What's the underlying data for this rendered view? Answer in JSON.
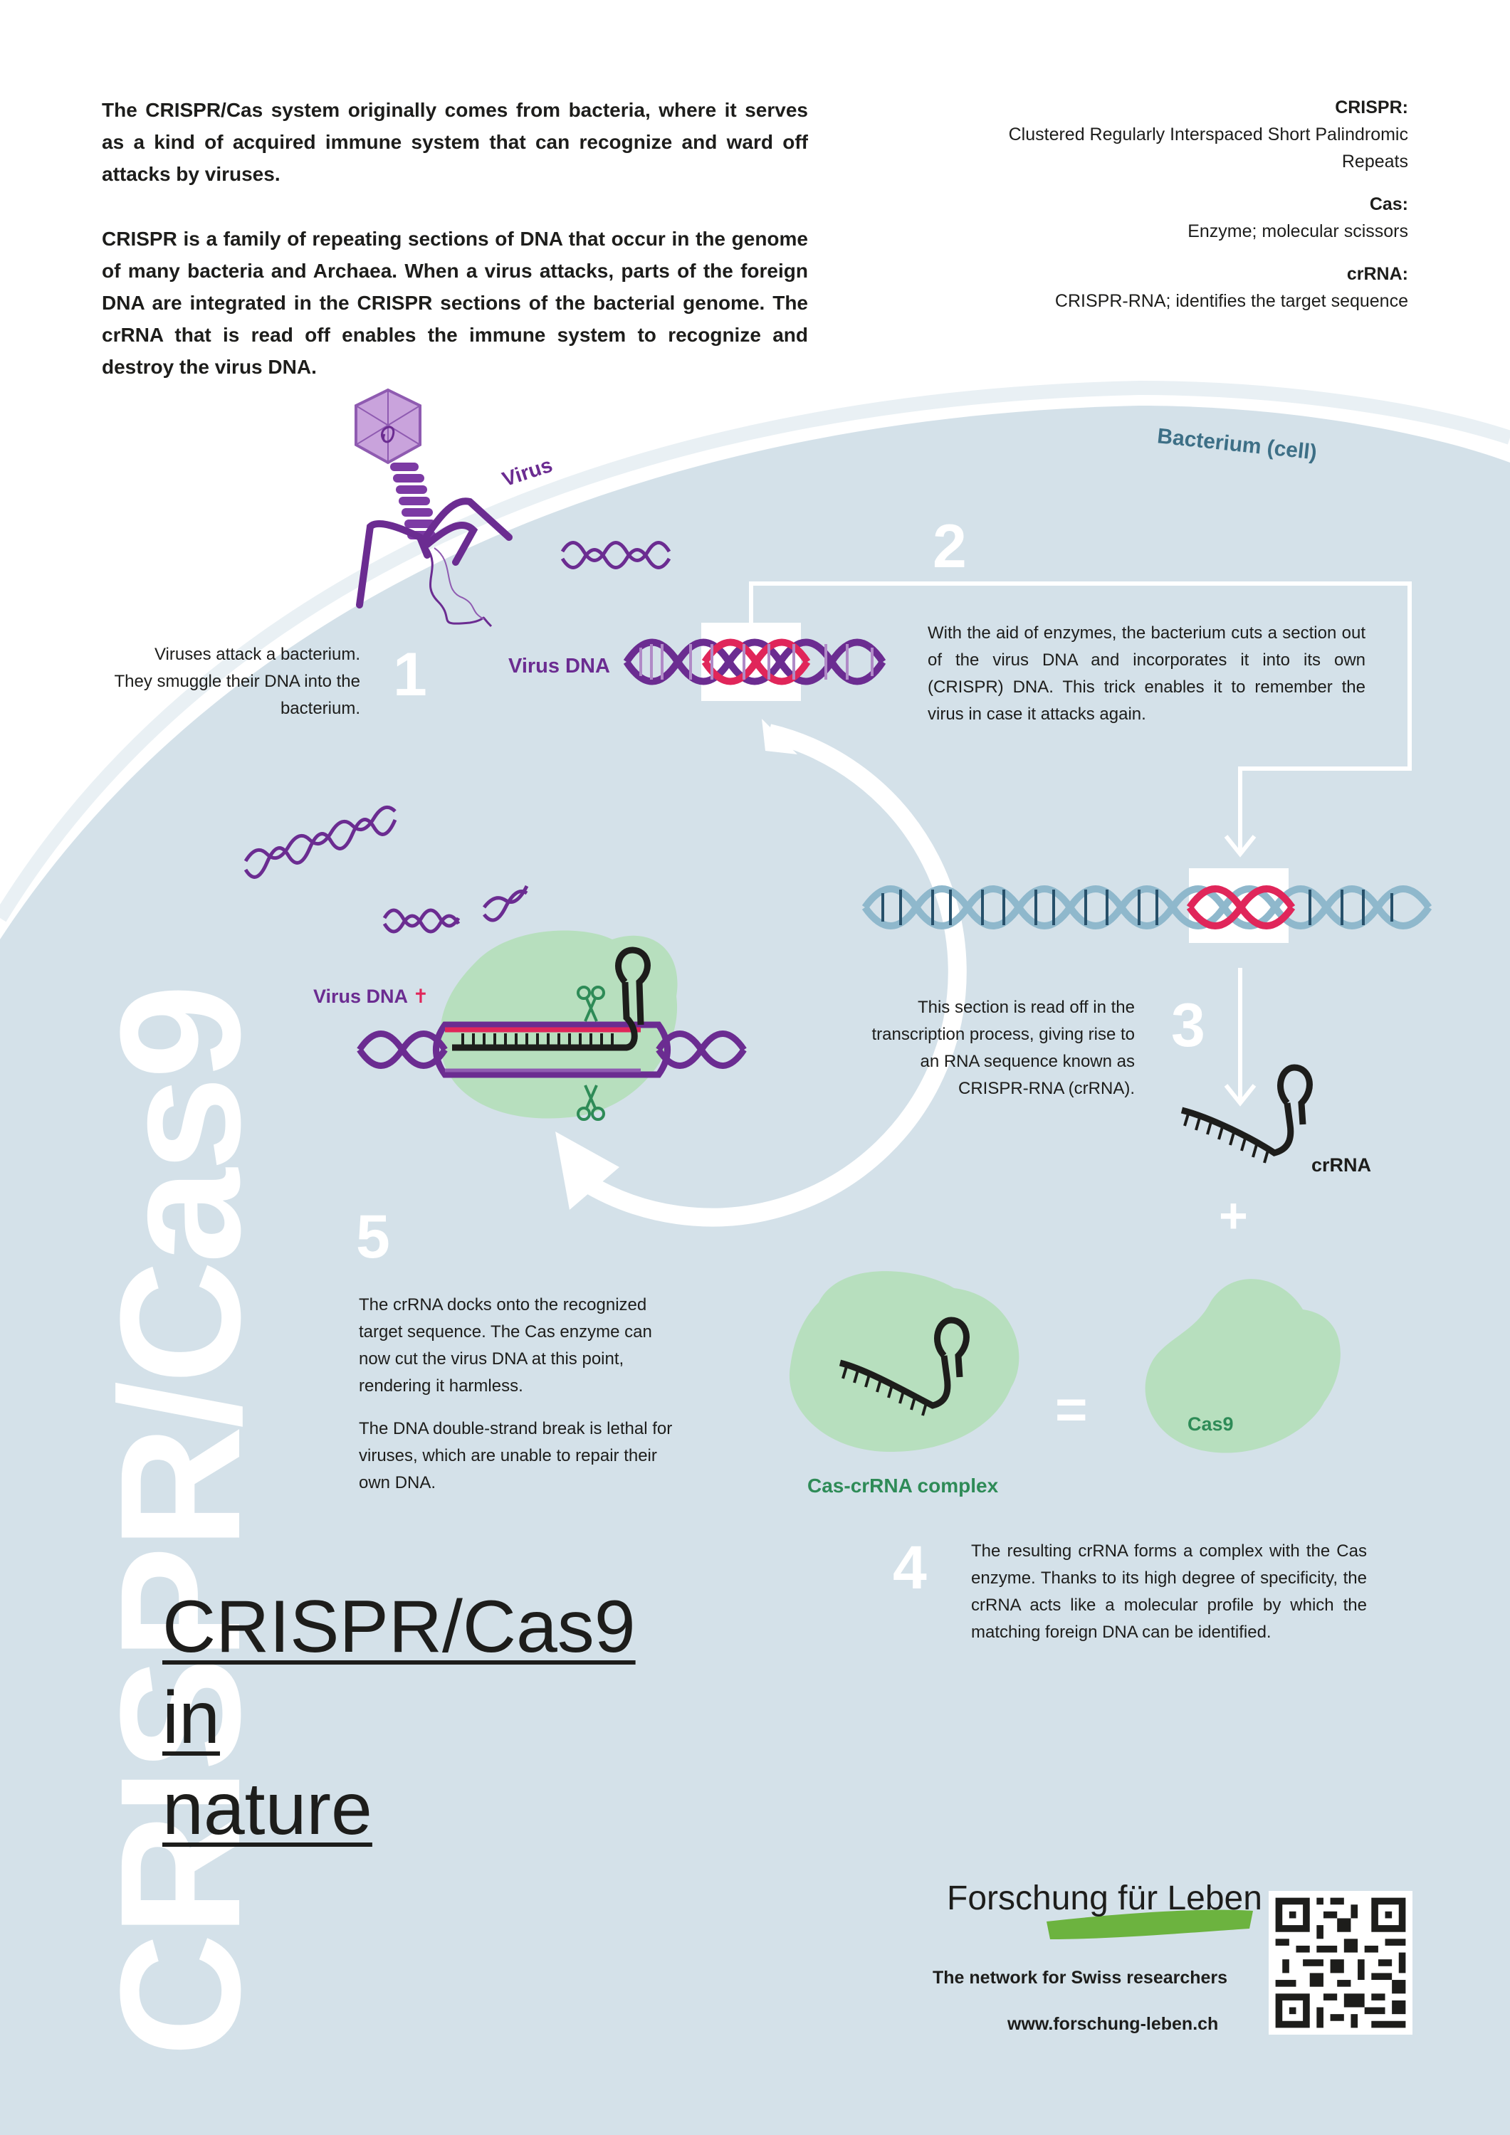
{
  "intro": {
    "paragraph1": "The CRISPR/Cas system originally comes from bacteria, where it serves as a kind of acquired immune system that can recognize and ward off attacks by viruses.",
    "paragraph2": "CRISPR is a family of repeating sections of DNA that occur in the genome of many bacteria and Archaea. When a virus attacks, parts of the foreign DNA are integrated in the CRISPR sections of the bacterial genome. The crRNA that is read off enables the immune system to recognize and destroy the virus DNA."
  },
  "glossary": [
    {
      "term": "CRISPR:",
      "definition": "Clustered Regularly Interspaced Short Palindromic Repeats"
    },
    {
      "term": "Cas:",
      "definition": "Enzyme; molecular scissors"
    },
    {
      "term": "crRNA:",
      "definition": "CRISPR-RNA; identifies the target sequence"
    }
  ],
  "labels": {
    "virus": "Virus",
    "bacterium": "Bacterium (cell)",
    "virus_dna_1": "Virus DNA",
    "virus_dna_5": "Virus DNA",
    "virus_dna_5_mark": "✝",
    "crrna": "crRNA",
    "cas_crrna_complex": "Cas-crRNA complex",
    "cas9": "Cas9",
    "plus": "+",
    "equals": "="
  },
  "steps": {
    "step1": {
      "number": "1",
      "text": "Viruses attack a bacterium. They smuggle their DNA into the bacterium."
    },
    "step2": {
      "number": "2",
      "text": "With the aid of enzymes, the bacterium cuts a section out of the virus DNA and incorporates it into its own (CRISPR) DNA. This trick enables it to remember the virus in case it attacks again."
    },
    "step3": {
      "number": "3",
      "text": "This section is read off in the transcription process, giving rise to an RNA sequence known as CRISPR-RNA (crRNA)."
    },
    "step4": {
      "number": "4",
      "text": "The resulting crRNA forms a complex with the Cas enzyme. Thanks to its high degree of specificity, the crRNA acts like a molecular profile by which the matching foreign DNA can be identified."
    },
    "step5": {
      "number": "5",
      "text1": "The crRNA docks onto the recognized target sequence. The Cas enzyme can now cut the virus DNA at this point, rendering it harmless.",
      "text2": "The DNA double-strand break is lethal for viruses, which are unable to repair their own DNA."
    }
  },
  "title": {
    "line1": "CRISPR/Cas9",
    "line2": "in",
    "line3": "nature"
  },
  "vertical_title": "CRISPR/Cas9",
  "footer": {
    "brand": "Forschung für Leben",
    "tagline": "The network for Swiss researchers",
    "url": "www.forschung-leben.ch"
  },
  "colors": {
    "background_cell": "#d4e1e9",
    "virus_purple": "#6b2c91",
    "crispr_red": "#e0265a",
    "bacterial_dna": "#8fb8cc",
    "cas_green": "#b7dfbe",
    "label_green": "#2e8b57",
    "bacterium_label": "#3d6f86",
    "brand_green": "#6cb33f"
  }
}
